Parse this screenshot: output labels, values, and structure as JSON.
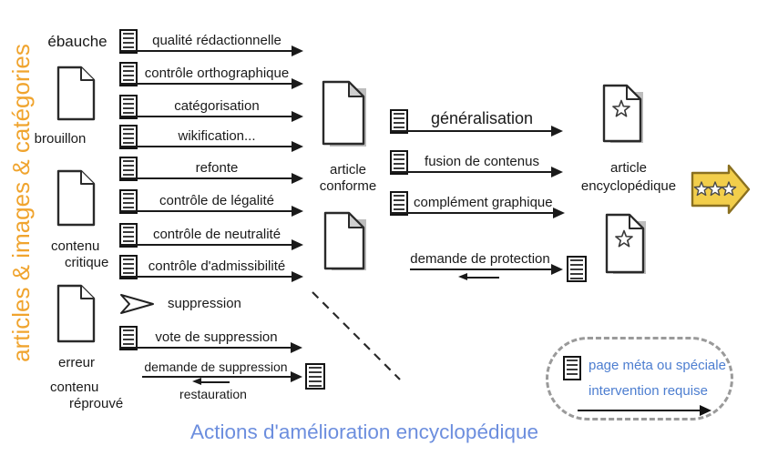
{
  "axis_label": "articles & images & catégories",
  "title": "Actions d'amélioration encyclopédique",
  "source_states": {
    "ebauche": "ébauche",
    "brouillon": "brouillon",
    "contenu_critique_line1": "contenu",
    "contenu_critique_line2": "critique",
    "erreur": "erreur",
    "contenu_reprouve_line1": "contenu",
    "contenu_reprouve_line2": "réprouvé"
  },
  "improvement_arrows": [
    "qualité rédactionnelle",
    "contrôle orthographique",
    "catégorisation",
    "wikification...",
    "refonte",
    "contrôle de légalité",
    "contrôle de neutralité",
    "contrôle d'admissibilité"
  ],
  "suppression_actions": {
    "suppression": "suppression",
    "vote": "vote de suppression",
    "demande": "demande de suppression",
    "restauration": "restauration"
  },
  "middle_state": {
    "line1": "article",
    "line2": "conforme"
  },
  "advancement_arrows": [
    "généralisation",
    "fusion de contenus",
    "complément graphique"
  ],
  "protection_label": "demande de protection",
  "final_state": {
    "line1": "article",
    "line2": "encyclopédique"
  },
  "legend": {
    "line1": "page méta ou spéciale",
    "line2": "intervention requise"
  },
  "colors": {
    "accent_orange": "#F0A42E",
    "title_blue": "#6C8EDE",
    "legend_blue": "#4D7ED0",
    "reward_arrow_fill": "#F2CE4B",
    "reward_arrow_stroke": "#8A7020",
    "shadow_gray": "#BDBDBD"
  }
}
